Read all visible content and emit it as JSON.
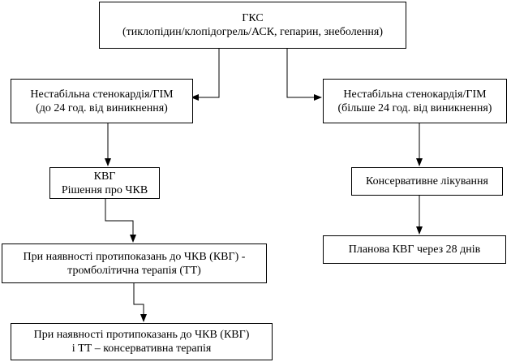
{
  "nodes": {
    "acs": {
      "line1": "ГКС",
      "line2": "(тиклопідин/клопідогрель/АСК, гепарин, знеболення)"
    },
    "unstable_early": {
      "line1": "Нестабільна стенокардія/ГІМ",
      "line2": "(до 24 год. від виникнення)"
    },
    "unstable_late": {
      "line1": "Нестабільна стенокардія/ГІМ",
      "line2": "(більше 24 год. від виникнення)"
    },
    "kvg_decision": {
      "line1": "КВГ",
      "line2": "Рішення про ЧКВ"
    },
    "conservative": {
      "line1": "Консервативне лікування"
    },
    "thrombolytic": {
      "line1": "При наявності протипоказань до ЧКВ (КВГ) -",
      "line2": "тромболітична терапія (ТТ)"
    },
    "planned_kvg": {
      "line1": "Планова КВГ через 28 днів"
    },
    "conservative_final": {
      "line1": "При наявності протипоказань до ЧКВ (КВГ)",
      "line2": "і ТТ – консервативна терапія"
    }
  }
}
